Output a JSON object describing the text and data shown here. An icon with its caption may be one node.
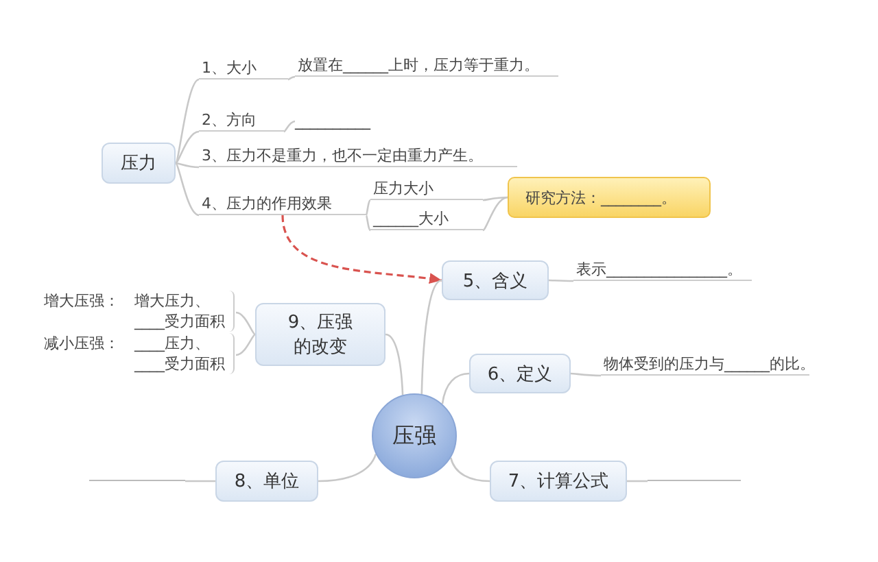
{
  "diagram": {
    "nodes": [
      {
        "text": [
          "压力"
        ]
      },
      {
        "text": [
          "1、大小"
        ]
      },
      {
        "text": [
          "放置在______上时，压力等于重力。"
        ]
      },
      {
        "text": [
          "2、方向"
        ]
      },
      {
        "text": [
          "__________"
        ]
      },
      {
        "text": [
          "3、压力不是重力，也不一定由重力产生。"
        ]
      },
      {
        "text": [
          "4、压力的作用效果"
        ]
      },
      {
        "text": [
          "压力大小"
        ]
      },
      {
        "text": [
          "______大小"
        ]
      },
      {
        "text": [
          "研究方法：________。"
        ]
      },
      {
        "text": [
          "压强"
        ]
      },
      {
        "text": [
          "5、含义"
        ]
      },
      {
        "text": [
          "表示________________。"
        ]
      },
      {
        "text": [
          "6、定义"
        ]
      },
      {
        "text": [
          "物体受到的压力与______的比。"
        ]
      },
      {
        "text": [
          "7、计算公式"
        ]
      },
      {
        "text": [],
        "shape": "line"
      },
      {
        "text": [
          "8、单位"
        ]
      },
      {
        "text": [],
        "shape": "line"
      },
      {
        "text": [
          "9、压强的改变"
        ]
      },
      {
        "text": [
          "增大压强：",
          "增大压力、____受力面积"
        ]
      },
      {
        "text": [
          "减小压强：",
          "____压力、____受力面积"
        ]
      }
    ],
    "edges": [
      {
        "from": 0,
        "to": 1,
        "arrow": "none"
      },
      {
        "from": 0,
        "to": 3,
        "arrow": "none"
      },
      {
        "from": 0,
        "to": 5,
        "arrow": "none"
      },
      {
        "from": 0,
        "to": 6,
        "arrow": "none"
      },
      {
        "from": 1,
        "to": 2,
        "arrow": "none"
      },
      {
        "from": 3,
        "to": 4,
        "arrow": "none"
      },
      {
        "from": 6,
        "to": 7,
        "arrow": "none"
      },
      {
        "from": 6,
        "to": 8,
        "arrow": "none"
      },
      {
        "from": 7,
        "to": 9,
        "arrow": "none"
      },
      {
        "from": 8,
        "to": 9,
        "arrow": "none"
      },
      {
        "from": 6,
        "to": 11,
        "arrow": "to",
        "style": "dashed",
        "color": "#d9534f"
      },
      {
        "from": 10,
        "to": 11,
        "arrow": "none"
      },
      {
        "from": 10,
        "to": 13,
        "arrow": "none"
      },
      {
        "from": 10,
        "to": 15,
        "arrow": "none"
      },
      {
        "from": 10,
        "to": 17,
        "arrow": "none"
      },
      {
        "from": 10,
        "to": 19,
        "arrow": "none"
      },
      {
        "from": 11,
        "to": 12,
        "arrow": "none"
      },
      {
        "from": 13,
        "to": 14,
        "arrow": "none"
      },
      {
        "from": 15,
        "to": 18,
        "arrow": "none"
      },
      {
        "from": 17,
        "to": 16,
        "arrow": "none"
      },
      {
        "from": 19,
        "to": 20,
        "arrow": "none"
      },
      {
        "from": 19,
        "to": 21,
        "arrow": "none"
      }
    ]
  }
}
